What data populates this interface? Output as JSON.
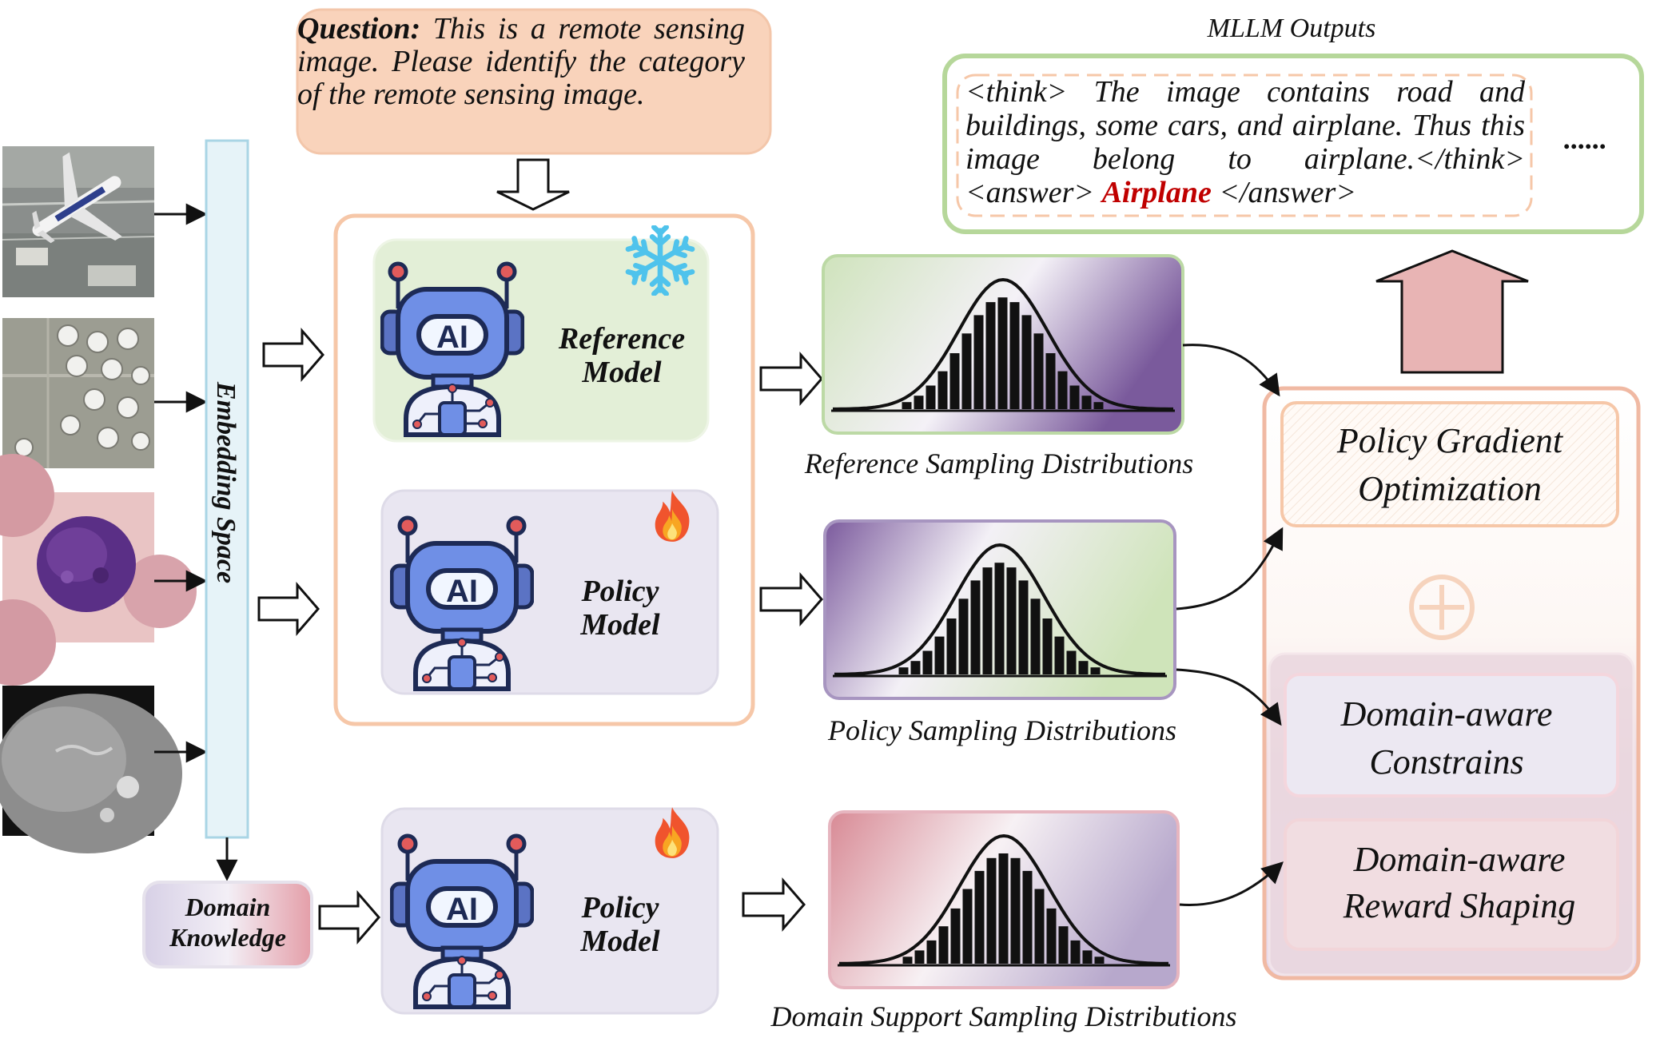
{
  "question": {
    "label": "Question:",
    "text": "This is a remote sensing image. Please identify the category of the remote sensing image."
  },
  "mllm": {
    "title": "MLLM Outputs",
    "think_open": "<think>",
    "think_text": "The image contains road and buildings, some cars, and airplane. Thus this image belong to airplane.",
    "think_close": "</think>",
    "answer_open": "<answer>",
    "answer_value": "Airplane",
    "answer_close": "</answer>",
    "ellipsis": "......"
  },
  "embedding": {
    "label": "Embedding Space"
  },
  "domain_knowledge": {
    "line1": "Domain",
    "line2": "Knowledge"
  },
  "reference_model": {
    "line1": "Reference",
    "line2": "Model",
    "badge_icon": "snowflake-icon"
  },
  "policy_model": {
    "line1": "Policy",
    "line2": "Model",
    "badge_icon": "fire-icon"
  },
  "policy_model_domain": {
    "line1": "Policy",
    "line2": "Model",
    "badge_icon": "fire-icon"
  },
  "robot_screen_text": "AI",
  "distributions": {
    "reference": "Reference Sampling Distributions",
    "policy": "Policy Sampling Distributions",
    "domain": "Domain Support Sampling Distributions"
  },
  "optimization": {
    "pgo_line1": "Policy Gradient",
    "pgo_line2": "Optimization",
    "constraints_line1": "Domain-aware",
    "constraints_line2": "Constrains",
    "reward_line1": "Domain-aware",
    "reward_line2": "Reward Shaping"
  },
  "input_images": [
    "airplane-photo",
    "storage-tanks-photo",
    "blood-cell-photo",
    "liver-ct-photo"
  ],
  "colors": {
    "orange_border": "#f6c7a8",
    "question_fill": "#f9d3bb",
    "green_border": "#b6d79a",
    "purple": "#7e5a9b",
    "green_tint": "#e3efd7",
    "lavender": "#e9e6f1",
    "pink": "#d98b95",
    "embedding_fill": "#e6f3f8",
    "answer_red": "#c00000"
  }
}
